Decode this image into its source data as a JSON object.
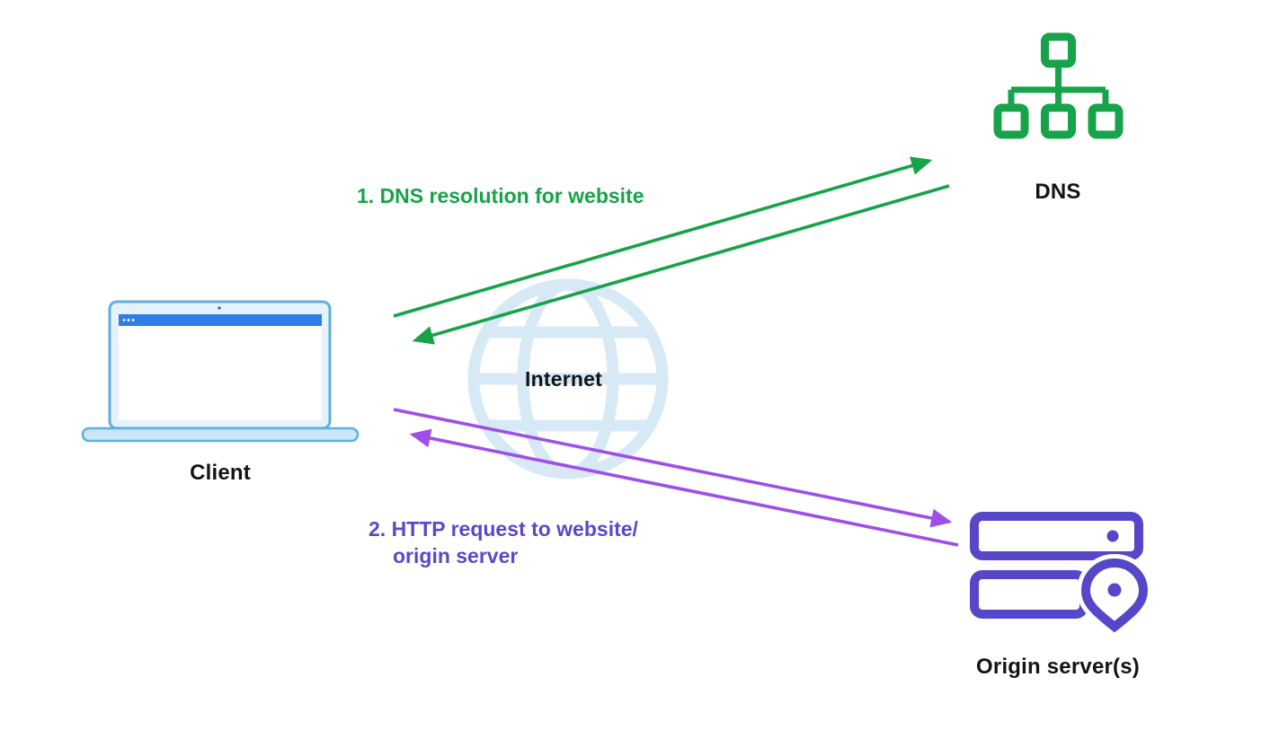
{
  "diagram": {
    "nodes": {
      "client": {
        "label": "Client",
        "icon": "laptop-icon"
      },
      "internet": {
        "label": "Internet",
        "icon": "globe-icon"
      },
      "dns": {
        "label": "DNS",
        "icon": "dns-tree-icon"
      },
      "origin": {
        "label": "Origin server(s)",
        "icon": "origin-server-icon"
      }
    },
    "flows": {
      "dns_resolution": {
        "label": "1. DNS resolution for website",
        "from": "Client",
        "to": "DNS",
        "bidirectional": true,
        "color": "#16A34A"
      },
      "http_request": {
        "lines": [
          "2. HTTP request to website/",
          "origin server"
        ],
        "from": "Client",
        "to": "Origin server(s)",
        "bidirectional": true,
        "color": "#9D4FE8"
      }
    },
    "colors": {
      "green": "#16A34A",
      "arrow_purple": "#9D4FE8",
      "server_indigo": "#5646C8",
      "text_indigo": "#5A49C8",
      "globe_blue": "#D7E9F5",
      "laptop_border": "#5FAFE0",
      "laptop_fill": "#E4F2FB",
      "laptop_titlebar": "#2E7EE4",
      "label_black": "#111418",
      "background": "#FFFFFF"
    }
  }
}
